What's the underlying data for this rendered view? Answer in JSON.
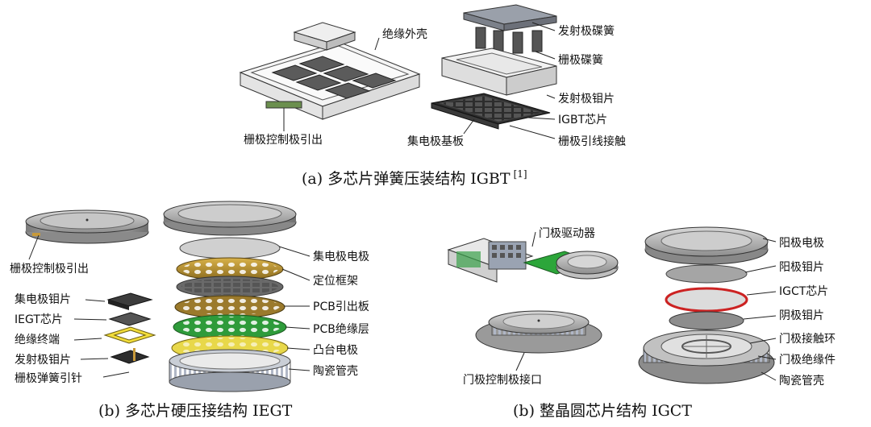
{
  "panel_a": {
    "caption": "(a)  多芯片弹簧压装结构 IGBT",
    "caption_ref": "[1]",
    "labels": {
      "insulating_shell": "绝缘外壳",
      "emitter_spring": "发射极碟簧",
      "gate_spring": "栅极碟簧",
      "emitter_mo": "发射极钼片",
      "igbt_chip": "IGBT芯片",
      "gate_lead": "栅极引线接触",
      "collector_base": "集电极基板",
      "gate_out": "栅极控制极引出"
    }
  },
  "panel_b": {
    "caption": "(b)  多芯片硬压接结构 IEGT",
    "labels": {
      "gate_out": "栅极控制极引出",
      "collector_mo": "集电极钼片",
      "iegt_chip": "IEGT芯片",
      "insulation_term": "绝缘终端",
      "emitter_mo": "发射极钼片",
      "gate_pin": "栅极弹簧引针",
      "collector_electrode": "集电极电极",
      "frame": "定位框架",
      "pcb_out": "PCB引出板",
      "pcb_insul": "PCB绝缘层",
      "boss_electrode": "凸台电极",
      "ceramic": "陶瓷管壳"
    }
  },
  "panel_c": {
    "caption": "(b)  整晶圆芯片结构 IGCT",
    "labels": {
      "gate_driver": "门极驱动器",
      "gate_interface": "门极控制极接口",
      "anode_electrode": "阳极电极",
      "anode_mo": "阳极钼片",
      "igct_chip": "IGCT芯片",
      "cathode_mo": "阴极钼片",
      "gate_ring": "门极接触环",
      "gate_insul": "门极绝缘件",
      "ceramic": "陶瓷管壳"
    }
  }
}
